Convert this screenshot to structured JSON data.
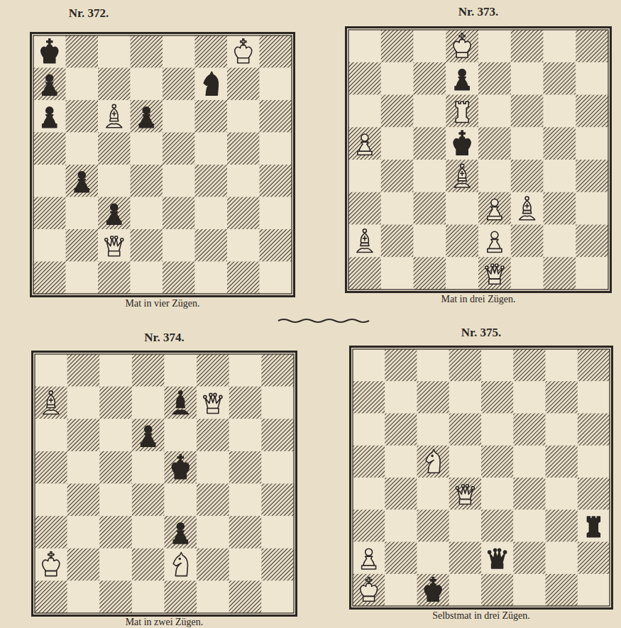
{
  "diagram": {
    "nodes": [
      {
        "text": [
          "Nr. 372.",
          "Mat in vier Zügen."
        ]
      },
      {
        "text": [
          "Nr. 373.",
          "Mat in drei Zügen."
        ]
      },
      {
        "text": [
          "Nr. 374.",
          "Mat in zwei Zügen."
        ]
      },
      {
        "text": [
          "Nr. 375.",
          "Selbstmat in drei Zügen."
        ]
      }
    ]
  }
}
